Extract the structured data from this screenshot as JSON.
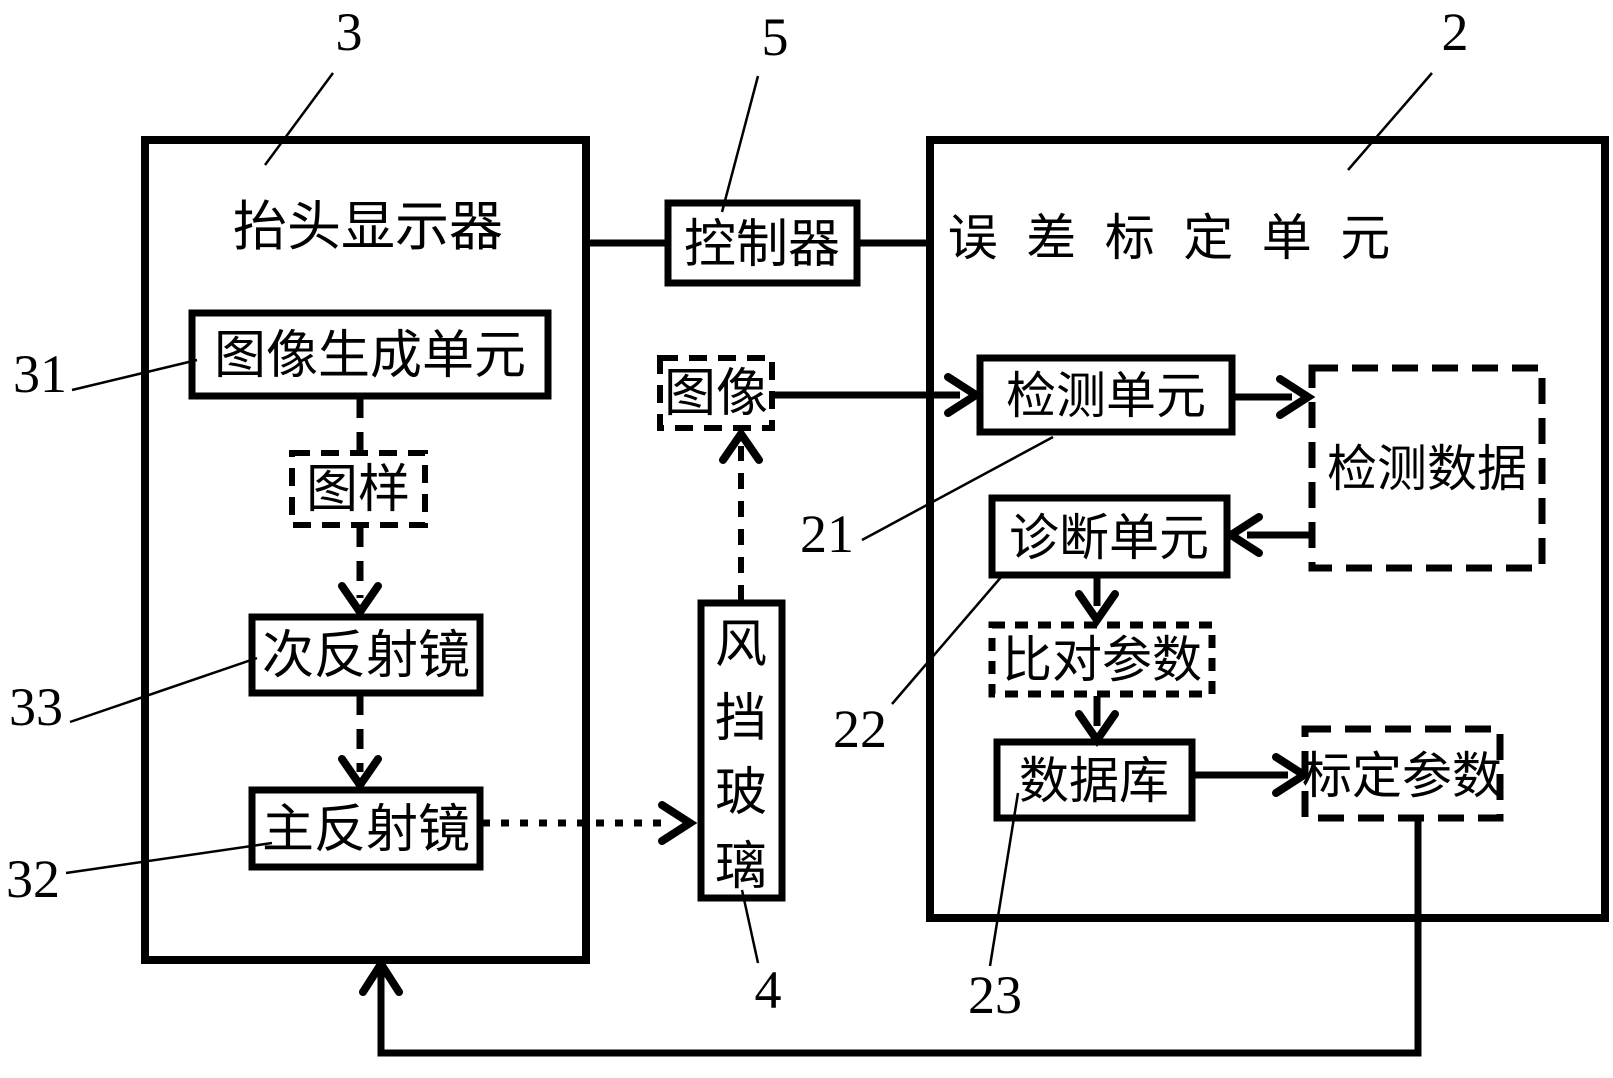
{
  "diagram": {
    "hud": {
      "title": "抬头显示器",
      "image_generation_unit": "图像生成单元",
      "pattern": "图样",
      "secondary_mirror": "次反射镜",
      "primary_mirror": "主反射镜"
    },
    "controller": {
      "label": "控制器"
    },
    "calibration": {
      "title": "误 差 标 定 单 元",
      "detection_unit": "检测单元",
      "detection_data": "检测数据",
      "diagnosis_unit": "诊断单元",
      "comparison_params": "比对参数",
      "database": "数据库",
      "calibration_params": "标定参数"
    },
    "middle": {
      "image": "图像",
      "windshield": "风挡玻璃",
      "windshield_chars": [
        "风",
        "挡",
        "玻",
        "璃"
      ]
    },
    "refs": {
      "n2": "2",
      "n3": "3",
      "n4": "4",
      "n5": "5",
      "n21": "21",
      "n22": "22",
      "n23": "23",
      "n31": "31",
      "n32": "32",
      "n33": "33"
    },
    "colors": {
      "ink": "#000000",
      "background": "#ffffff"
    }
  }
}
